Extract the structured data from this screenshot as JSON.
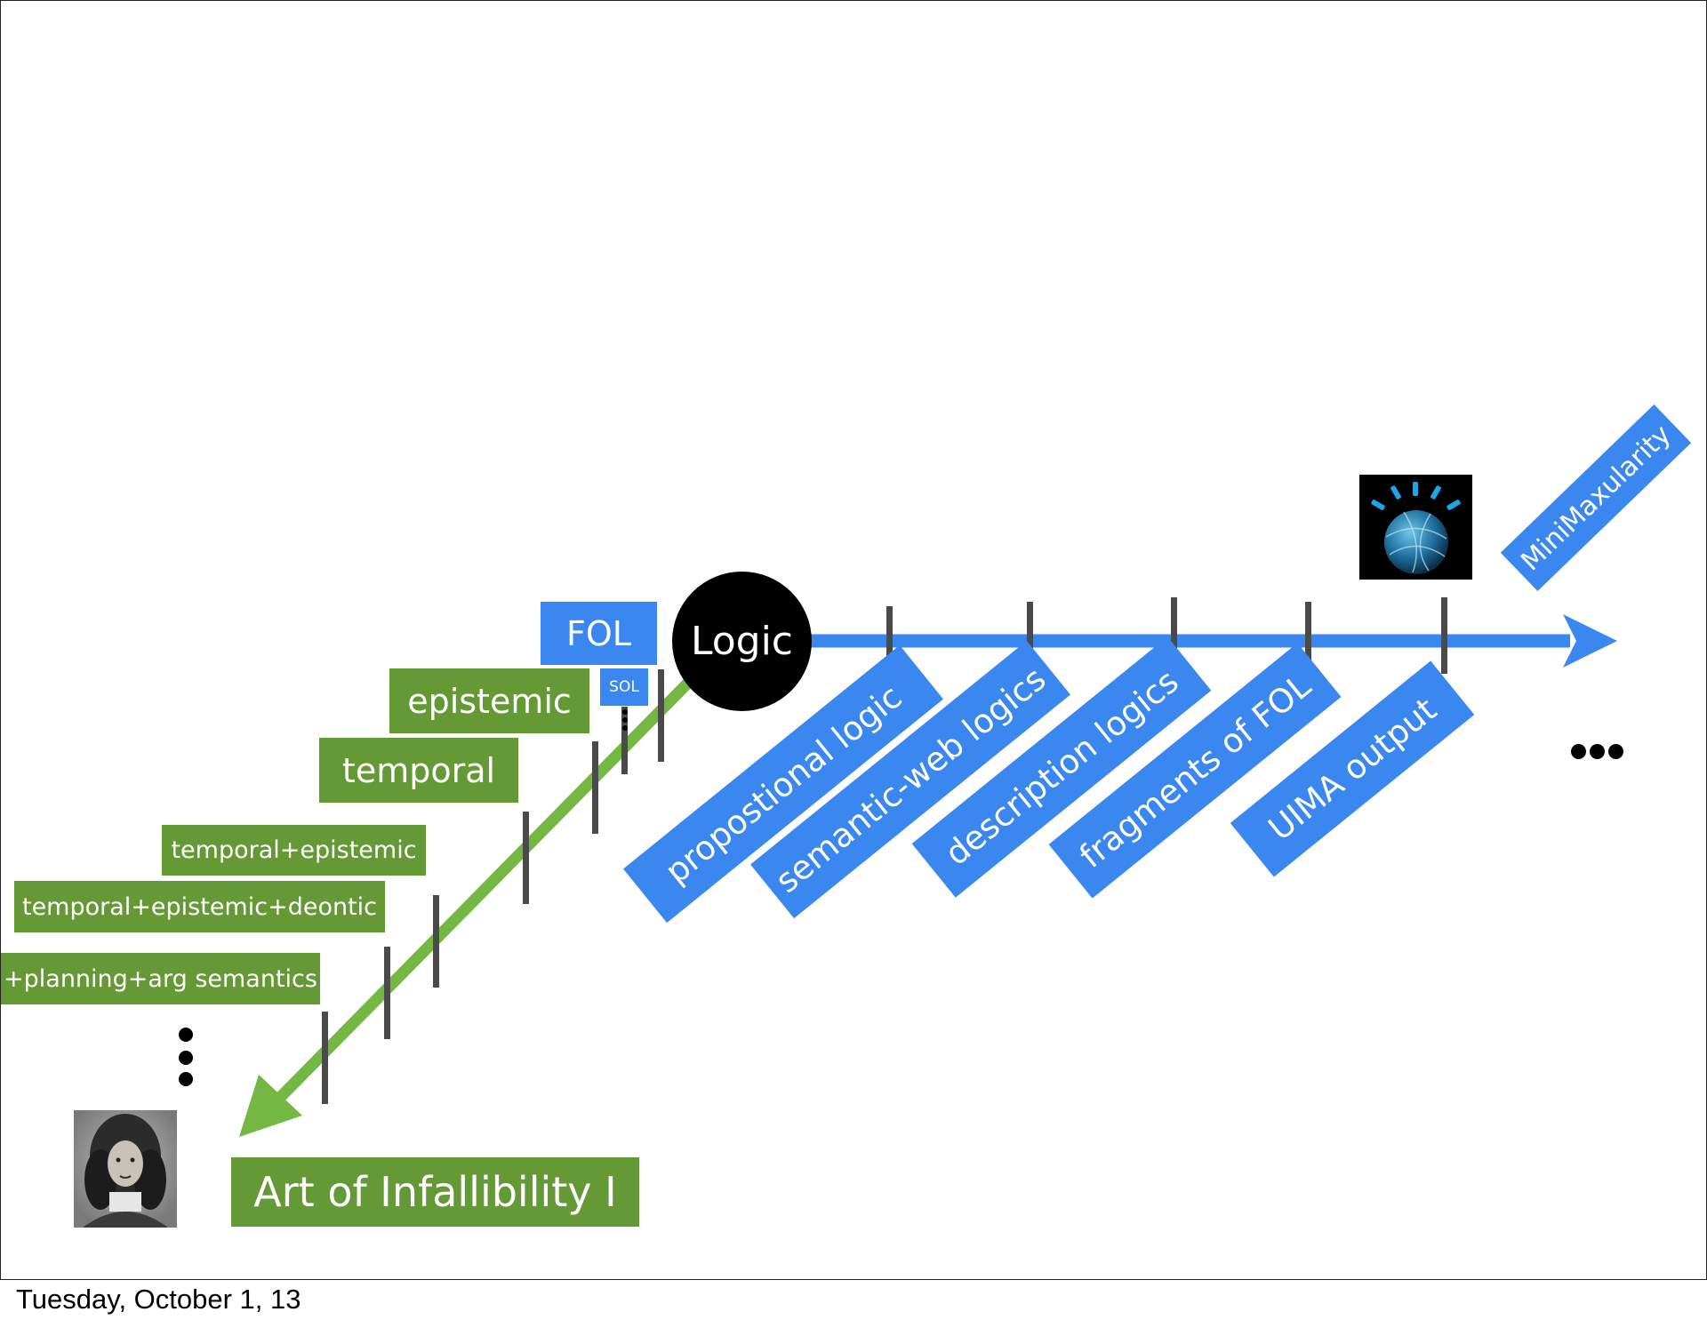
{
  "slide": {
    "footer_date": "Tuesday, October 1, 13"
  },
  "center": {
    "label": "Logic"
  },
  "top_boxes": {
    "fol": "FOL",
    "sol": "SOL"
  },
  "green_labels": [
    "epistemic",
    "temporal",
    "temporal+epistemic",
    "temporal+epistemic+deontic",
    "+planning+arg semantics"
  ],
  "green_bottom_label": "Art of Infallibility I",
  "blue_rotated_labels": [
    "propostional logic",
    "semantic-web logics",
    "description logics",
    "fragments of FOL",
    "UIMA output"
  ],
  "blue_end_label": "MiniMaxularity",
  "icons": {
    "watson": "watson-globe-icon",
    "portrait": "leibniz-portrait"
  },
  "colors": {
    "green": "#659936",
    "green_arrow": "#74b843",
    "blue": "#3b87f0",
    "tick": "#4a4a4a"
  }
}
